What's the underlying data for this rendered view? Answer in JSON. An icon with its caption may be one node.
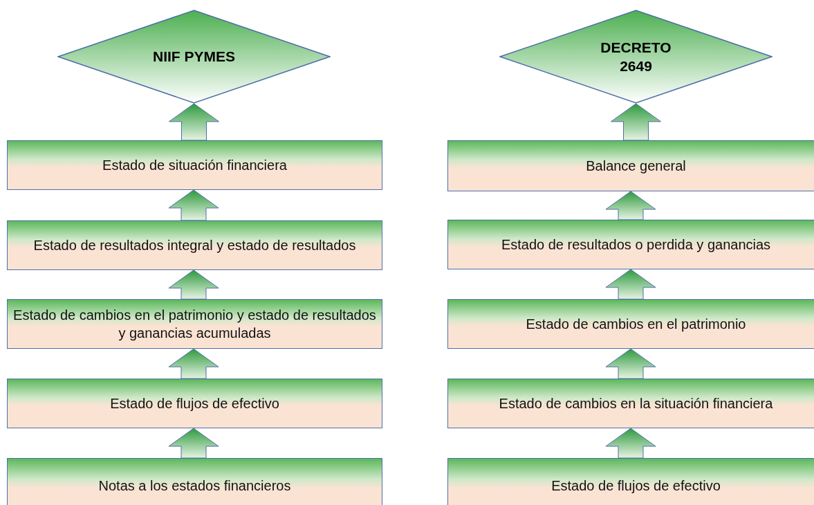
{
  "diagram": {
    "nodes": [
      {
        "text": [
          "NIIF PYMES"
        ]
      },
      {
        "text": [
          "Estado de situación financiera"
        ]
      },
      {
        "text": [
          "Estado de resultados integral y estado de resultados"
        ]
      },
      {
        "text": [
          "Estado de cambios en el patrimonio y estado de resultados y ganancias acumuladas"
        ]
      },
      {
        "text": [
          "Estado de flujos de efectivo"
        ]
      },
      {
        "text": [
          "Notas a los estados financieros"
        ]
      },
      {
        "text": [
          "DECRETO 2649"
        ]
      },
      {
        "text": [
          "Balance general"
        ]
      },
      {
        "text": [
          "Estado de resultados o perdida y ganancias"
        ]
      },
      {
        "text": [
          "Estado de cambios en el patrimonio"
        ]
      },
      {
        "text": [
          "Estado de cambios en la situación financiera"
        ]
      },
      {
        "text": [
          "Estado de flujos de efectivo"
        ]
      }
    ],
    "edges": [
      {
        "from": 1,
        "to": 0,
        "arrow": "to"
      },
      {
        "from": 2,
        "to": 1,
        "arrow": "to"
      },
      {
        "from": 3,
        "to": 2,
        "arrow": "to"
      },
      {
        "from": 4,
        "to": 3,
        "arrow": "to"
      },
      {
        "from": 5,
        "to": 4,
        "arrow": "to"
      },
      {
        "from": 7,
        "to": 6,
        "arrow": "to"
      },
      {
        "from": 8,
        "to": 7,
        "arrow": "to"
      },
      {
        "from": 9,
        "to": 8,
        "arrow": "to"
      },
      {
        "from": 10,
        "to": 9,
        "arrow": "to"
      },
      {
        "from": 11,
        "to": 10,
        "arrow": "to"
      }
    ]
  }
}
